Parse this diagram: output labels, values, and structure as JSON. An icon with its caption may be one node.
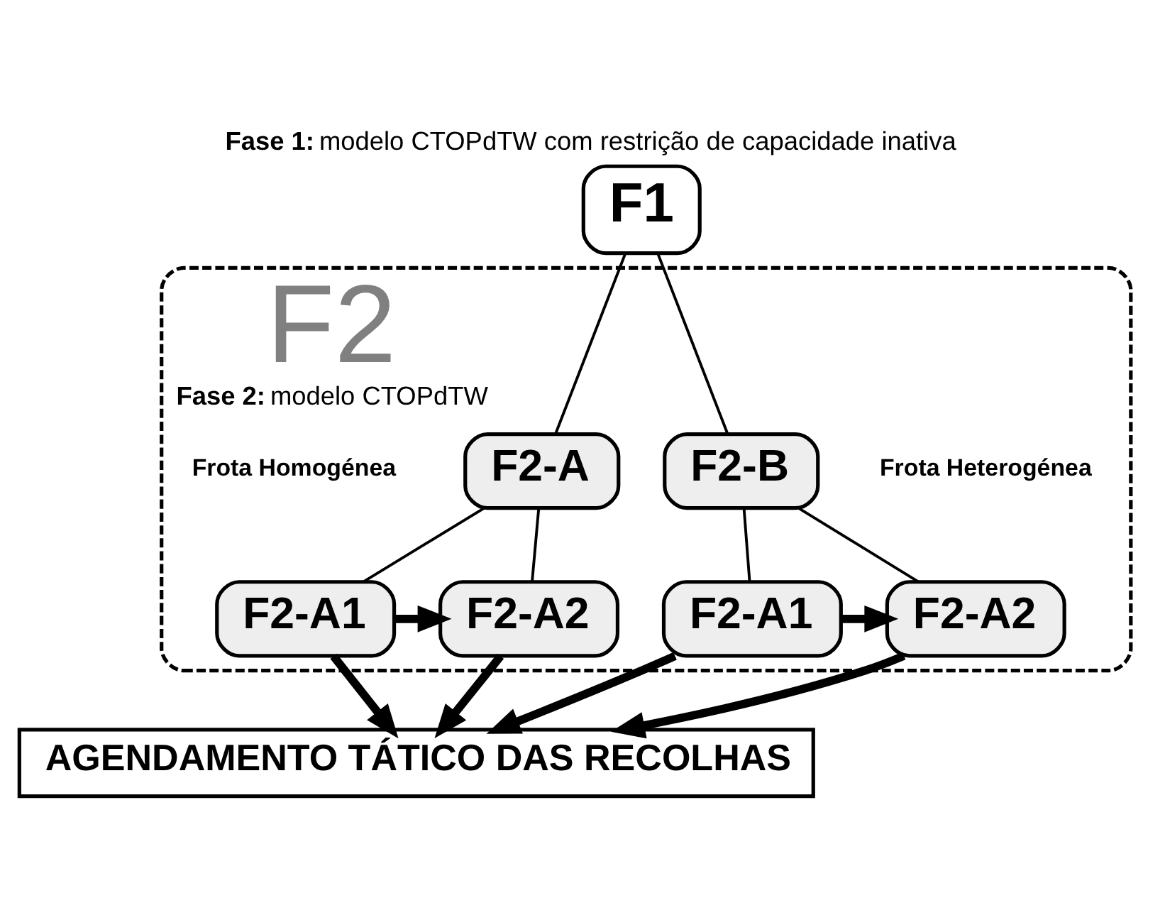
{
  "diagram": {
    "title": "**Fase 1:** modelo CTOPdTW com restrição de capacidade inativa",
    "nodes": [
      {
        "text": [
          "F1"
        ]
      },
      {
        "text": [
          "F2",
          "**Fase 2:** modelo CTOPdTW"
        ]
      },
      {
        "text": [
          "F2-A"
        ],
        "in": 1,
        "beside": [
          "Frota Homogénea"
        ]
      },
      {
        "text": [
          "F2-B"
        ],
        "in": 1,
        "beside": [
          "Frota Heterogénea"
        ]
      },
      {
        "text": [
          "F2-A1"
        ],
        "in": 1
      },
      {
        "text": [
          "F2-A2"
        ],
        "in": 1
      },
      {
        "text": [
          "F2-A1"
        ],
        "in": 1
      },
      {
        "text": [
          "F2-A2"
        ],
        "in": 1
      },
      {
        "text": [
          "AGENDAMENTO TÁTICO DAS RECOLHAS"
        ]
      }
    ],
    "edges": [
      {
        "from": 0,
        "to": 2,
        "arrow": "none"
      },
      {
        "from": 0,
        "to": 3,
        "arrow": "none"
      },
      {
        "from": 2,
        "to": 4,
        "arrow": "none"
      },
      {
        "from": 2,
        "to": 5,
        "arrow": "none"
      },
      {
        "from": 3,
        "to": 6,
        "arrow": "none"
      },
      {
        "from": 3,
        "to": 7,
        "arrow": "none"
      },
      {
        "from": 4,
        "to": 5,
        "arrow": "to",
        "style": "thick"
      },
      {
        "from": 6,
        "to": 7,
        "arrow": "to",
        "style": "thick"
      },
      {
        "from": 4,
        "to": 8,
        "arrow": "to",
        "style": "thick"
      },
      {
        "from": 5,
        "to": 8,
        "arrow": "to",
        "style": "thick"
      },
      {
        "from": 6,
        "to": 8,
        "arrow": "to",
        "style": "thick"
      },
      {
        "from": 7,
        "to": 8,
        "arrow": "to",
        "style": "thick"
      }
    ]
  }
}
